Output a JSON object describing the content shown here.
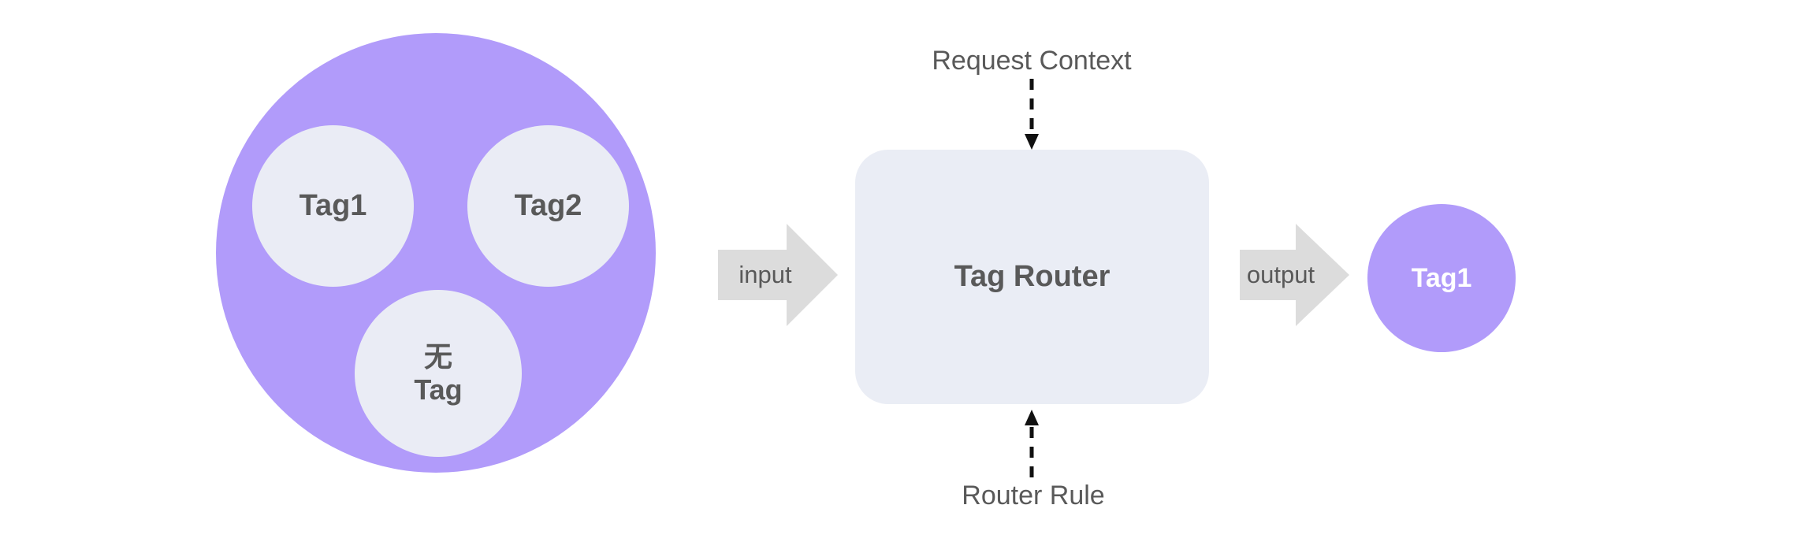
{
  "diagram": {
    "cluster": {
      "tags": [
        "Tag1",
        "Tag2",
        "无\nTag"
      ]
    },
    "input_arrow_label": "input",
    "router": {
      "title": "Tag Router",
      "top_input_label": "Request Context",
      "bottom_input_label": "Router Rule"
    },
    "output_arrow_label": "output",
    "output_tag_label": "Tag1",
    "colors": {
      "cluster_purple": "#b19bfa",
      "inner_circle_fill": "#eaecf5",
      "router_box_fill": "#eaedf5",
      "block_arrow_gray": "#dcdcdc",
      "text_gray": "#595959",
      "dashed_arrow_black": "#111111",
      "output_tag_text": "#ffffff",
      "background": "#ffffff"
    }
  }
}
